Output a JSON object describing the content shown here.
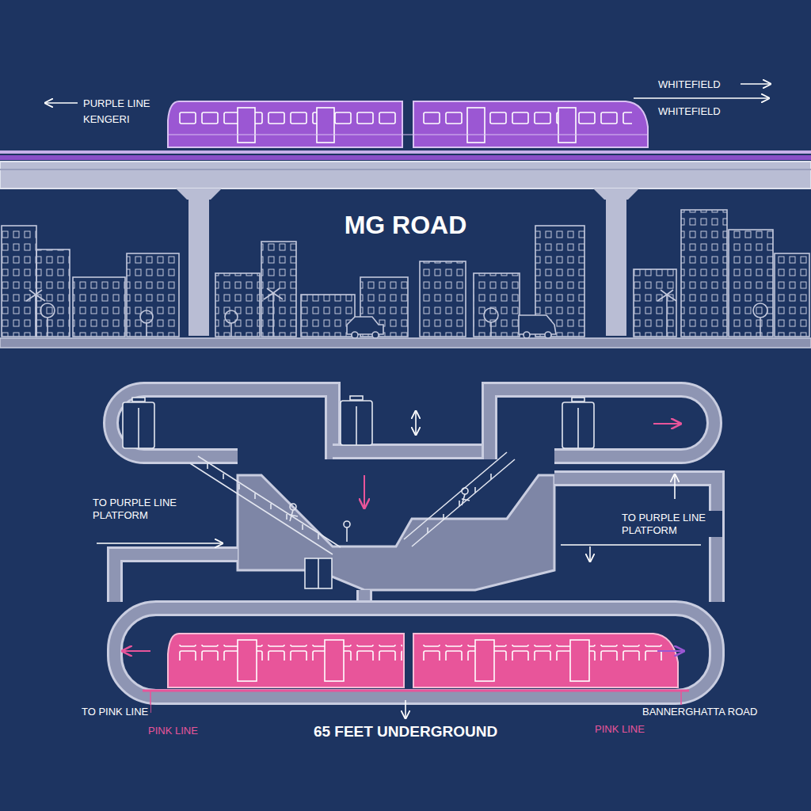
{
  "diagram": {
    "title": "MG ROAD",
    "labels": [
      "PURPLE LINE",
      "KENGERI",
      "WHITEFIELD",
      "WHITEFIELD",
      "TO PURPLE LINE PLATFORM",
      "TO PURPLE LINE PLATFORM",
      "TO PINK LINE",
      "PINK LINE",
      "BANNERGHATTA ROAD",
      "PINK LINE",
      "65 FEET UNDERGROUND"
    ]
  }
}
